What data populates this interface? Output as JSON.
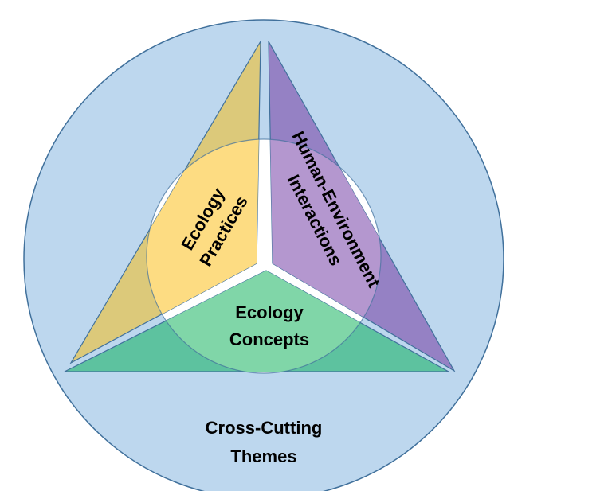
{
  "diagram": {
    "outer_label": [
      "Cross-Cutting",
      "Themes"
    ],
    "segments": [
      {
        "name": "practices",
        "label": [
          "Ecology",
          "Practices"
        ],
        "color_outer": "#dcc97a",
        "color_inner": "#fddc82"
      },
      {
        "name": "human-environment",
        "label": [
          "Human-Environment",
          "Interactions"
        ],
        "color_outer": "#9581c4",
        "color_inner": "#b497cf"
      },
      {
        "name": "concepts",
        "label": [
          "Ecology",
          "Concepts"
        ],
        "color_outer": "#5dc29f",
        "color_inner": "#80d6a8"
      }
    ],
    "background_color": "#bdd7ee",
    "stroke_color": "#41719c"
  }
}
